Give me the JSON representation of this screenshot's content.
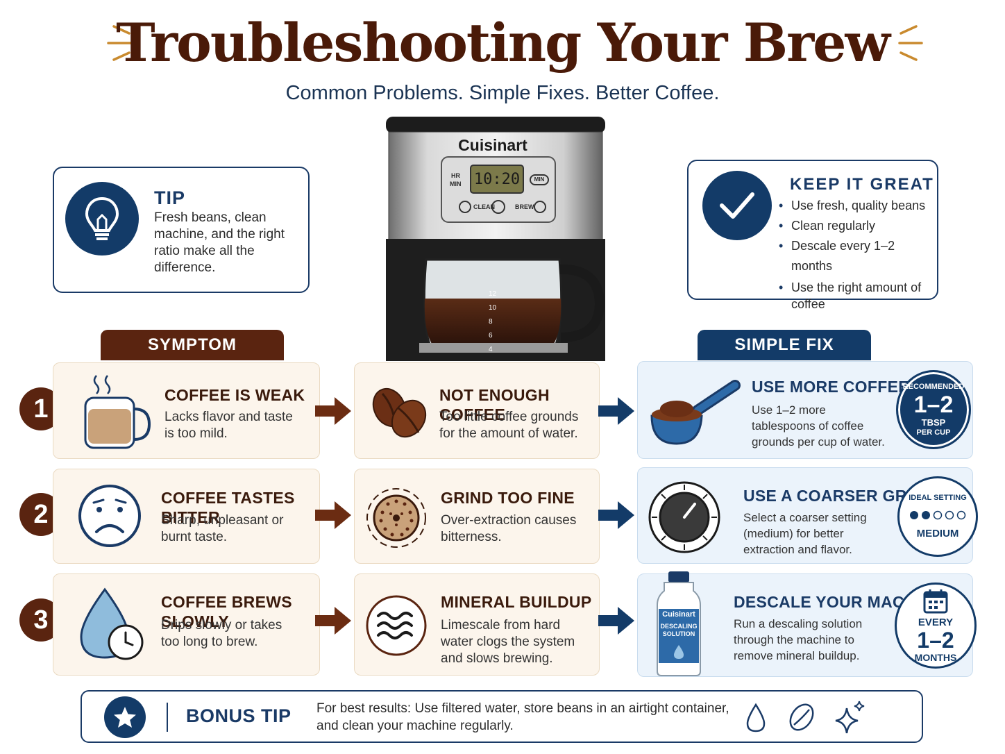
{
  "header": {
    "title": "Troubleshooting Your Brew",
    "subtitle": "Common Problems. Simple Fixes. Better Coffee."
  },
  "machine": {
    "brand": "Cuisinart",
    "display_time": "10:20",
    "hr_label": "HR",
    "min_label": "MIN",
    "btn_min": "MIN",
    "btn_clean": "CLEAN",
    "btn_brew": "BREW",
    "carafe_marks": [
      "12",
      "10",
      "8",
      "6",
      "4"
    ]
  },
  "tip": {
    "heading": "TIP",
    "text": "Fresh beans, clean machine, and the right ratio make all the difference."
  },
  "keep_great": {
    "heading": "KEEP IT GREAT",
    "items": [
      "Use fresh, quality beans",
      "Clean regularly",
      "Descale every 1–2 months",
      "Use the right amount of coffee"
    ]
  },
  "tabs": {
    "symptom": "SYMPTOM",
    "fix": "SIMPLE FIX"
  },
  "rows": [
    {
      "number": "1",
      "symptom_title": "COFFEE IS WEAK",
      "symptom_text": "Lacks flavor and taste is too mild.",
      "cause_title": "NOT ENOUGH COFFEE",
      "cause_text": "Too little coffee grounds for the amount of water.",
      "fix_title": "USE MORE COFFEE",
      "fix_text": "Use 1–2 more tablespoons of coffee grounds per cup of water.",
      "badge": {
        "top": "RECOMMENDED",
        "main": "1–2",
        "sub1": "TBSP",
        "sub2": "PER CUP"
      }
    },
    {
      "number": "2",
      "symptom_title": "COFFEE TASTES BITTER",
      "symptom_text": "Sharp, unpleasant or burnt taste.",
      "cause_title": "GRIND TOO FINE",
      "cause_text": "Over-extraction causes bitterness.",
      "fix_title": "USE A COARSER GRIND",
      "fix_text": "Select a coarser setting (medium) for better extraction and flavor.",
      "badge": {
        "top": "IDEAL SETTING",
        "bottom": "MEDIUM",
        "level": 2,
        "of": 5
      }
    },
    {
      "number": "3",
      "symptom_title": "COFFEE BREWS SLOWLY",
      "symptom_text": "Drips slowly or takes too long to brew.",
      "cause_title": "MINERAL BUILDUP",
      "cause_text": "Limescale from hard water clogs the system and slows brewing.",
      "fix_title": "DESCALE YOUR MACHINE",
      "fix_text": "Run a descaling solution through the machine to remove mineral buildup.",
      "bottle_brand": "Cuisinart",
      "bottle_label": "DESCALING SOLUTION",
      "badge": {
        "top": "EVERY",
        "main": "1–2",
        "bottom": "MONTHS"
      }
    }
  ],
  "bonus": {
    "label": "BONUS TIP",
    "text": "For best results: Use filtered water, store beans in an airtight container, and clean your machine regularly."
  },
  "colors": {
    "brown": "#5a2410",
    "navy": "#133b68",
    "title": "#4a1a08",
    "accent": "#c98a2e"
  }
}
